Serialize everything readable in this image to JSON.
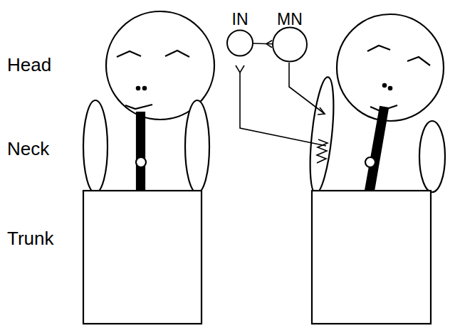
{
  "diagram": {
    "nodes": [
      {
        "text": [
          "IN"
        ]
      },
      {
        "text": [
          "MN"
        ]
      }
    ],
    "edges": [
      {
        "from": 0,
        "to": 1,
        "arrow": "to"
      }
    ],
    "labels": [
      "Head",
      "Neck",
      "Trunk"
    ]
  }
}
